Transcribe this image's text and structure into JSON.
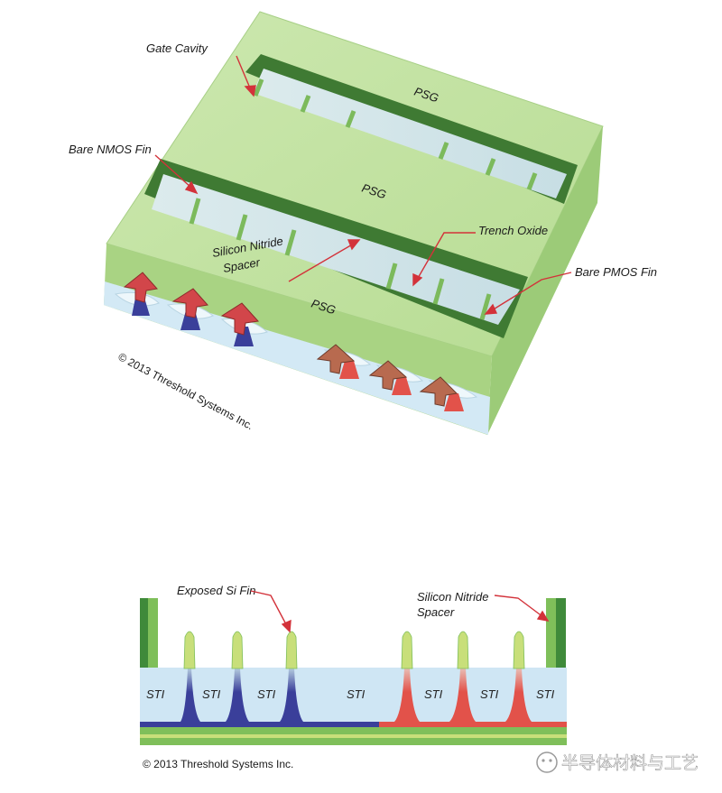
{
  "top_diagram": {
    "labels": {
      "gate_cavity": "Gate Cavity",
      "bare_nmos_fin": "Bare NMOS Fin",
      "psg_1": "PSG",
      "psg_2": "PSG",
      "psg_3": "PSG",
      "trench_oxide": "Trench Oxide",
      "bare_pmos_fin": "Bare PMOS Fin",
      "silicon_nitride_line1": "Silicon Nitride",
      "silicon_nitride_line2": "Spacer"
    },
    "copyright": "© 2013 Threshold Systems Inc.",
    "colors": {
      "psg_top": "#c6e4a6",
      "psg_side": "#a9d383",
      "cavity_wall": "#3f7a33",
      "cavity_floor": "#cfe4ea",
      "nmos": "#3a3f9a",
      "pmos": "#e2524a",
      "gate": "#b86a4f",
      "oxide": "#cfe6f4"
    }
  },
  "bottom_diagram": {
    "labels": {
      "exposed_si_fin": "Exposed Si Fin",
      "silicon_nitride_line1": "Silicon Nitride",
      "silicon_nitride_line2": "Spacer"
    },
    "sti_labels": [
      "STI",
      "STI",
      "STI",
      "STI",
      "STI",
      "STI",
      "STI"
    ],
    "copyright": "© 2013 Threshold Systems Inc.",
    "colors": {
      "sti": "#cfe6f4",
      "nmos": "#3a3f9a",
      "pmos": "#e2524a",
      "fin_tip": "#c8df7a",
      "spacer": "#5fae4a",
      "substrate": "#7fbf5a"
    }
  },
  "watermark": "半导体材料与工艺"
}
